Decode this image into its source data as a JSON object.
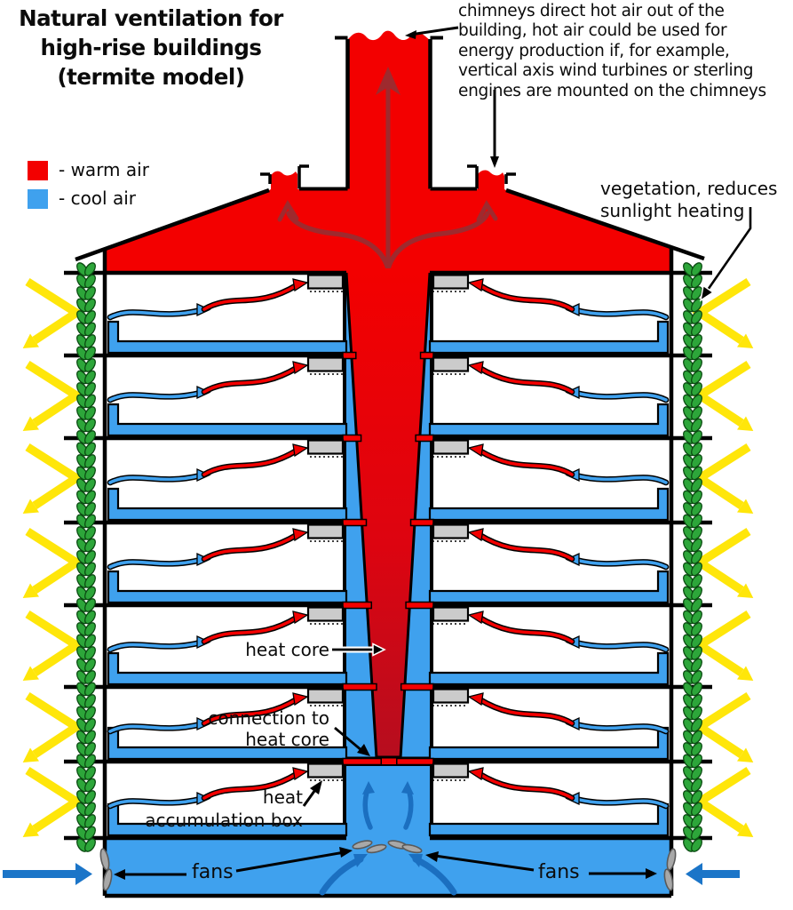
{
  "title": {
    "line1": "Natural ventilation for",
    "line2": "high-rise buildings",
    "line3": "(termite model)"
  },
  "legend": {
    "warm_label": "- warm air",
    "cool_label": "- cool air"
  },
  "colors": {
    "warm": "#f30000",
    "cool": "#3fa1ee",
    "cool_dark": "#1b6fc0",
    "sunlight": "#ffe60a",
    "vegetation": "#2da63a",
    "box_gray": "#cbcbcb"
  },
  "annotation_chimneys": {
    "lines": [
      "chimneys direct hot air out of the",
      "building, hot air could be used for",
      "energy production if, for example,",
      "vertical axis wind turbines or sterling",
      "engines are mounted on the chimneys"
    ]
  },
  "annotation_vegetation": {
    "line1": "vegetation, reduces",
    "line2": "sunlight heating"
  },
  "labels": {
    "heat_core": "heat core",
    "connection_line1": "connection to",
    "connection_line2": "heat core",
    "accumulation_line1": "heat",
    "accumulation_line2": "accumulation box",
    "fans_left": "fans",
    "fans_right": "fans"
  }
}
